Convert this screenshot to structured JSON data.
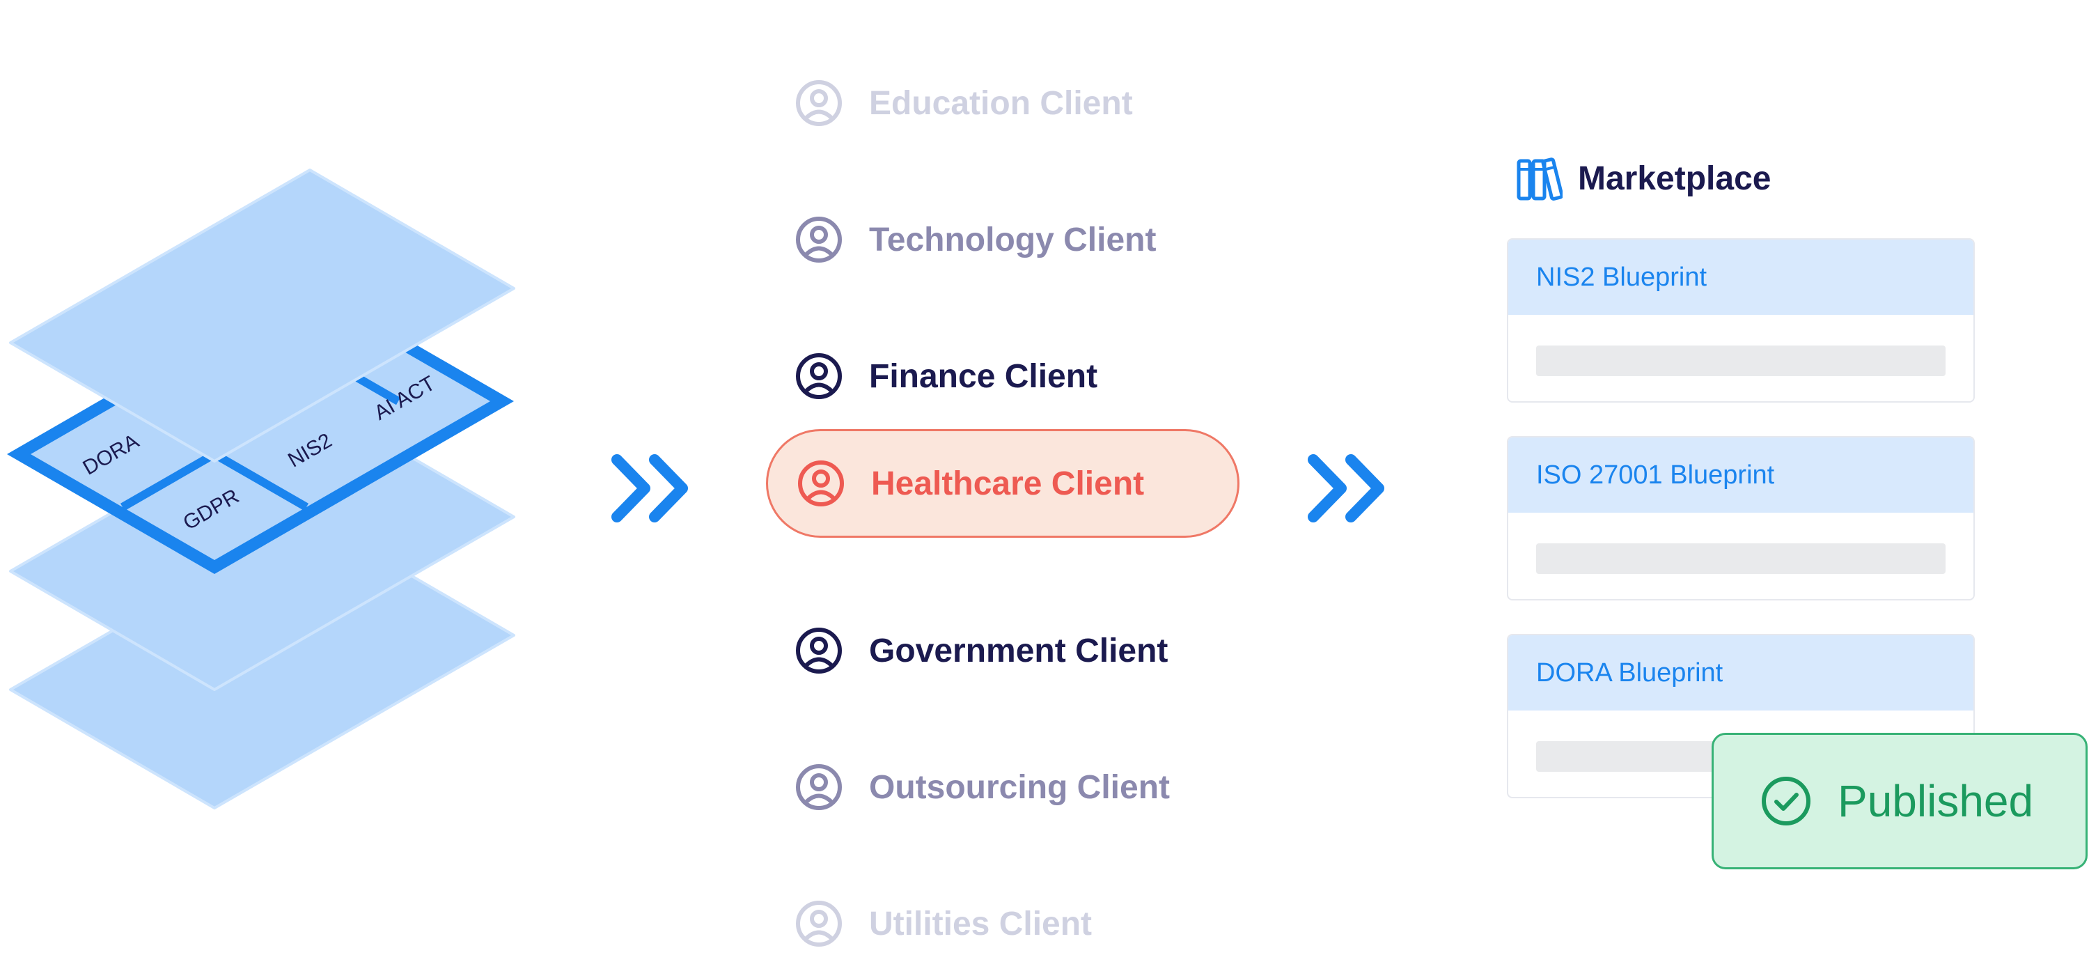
{
  "frameworks": [
    "DORA",
    "GDPR",
    "NIS2",
    "AI ACT"
  ],
  "clients": [
    {
      "label": "Education Client",
      "state": "faint"
    },
    {
      "label": "Technology Client",
      "state": "mid"
    },
    {
      "label": "Finance Client",
      "state": "strong"
    },
    {
      "label": "Healthcare Client",
      "state": "active"
    },
    {
      "label": "Government Client",
      "state": "strong"
    },
    {
      "label": "Outsourcing Client",
      "state": "mid"
    },
    {
      "label": "Utilities Client",
      "state": "faint"
    }
  ],
  "marketplace": {
    "title": "Marketplace",
    "icon": "books-icon",
    "blueprints": [
      {
        "label": "NIS2 Blueprint"
      },
      {
        "label": "ISO 27001 Blueprint"
      },
      {
        "label": "DORA Blueprint"
      }
    ],
    "status": "Published"
  },
  "colors": {
    "accent_blue": "#1a84ee",
    "layer_fill": "#b4d6fb",
    "active_client": "#ee5a52",
    "published_green": "#1b9a5e"
  }
}
